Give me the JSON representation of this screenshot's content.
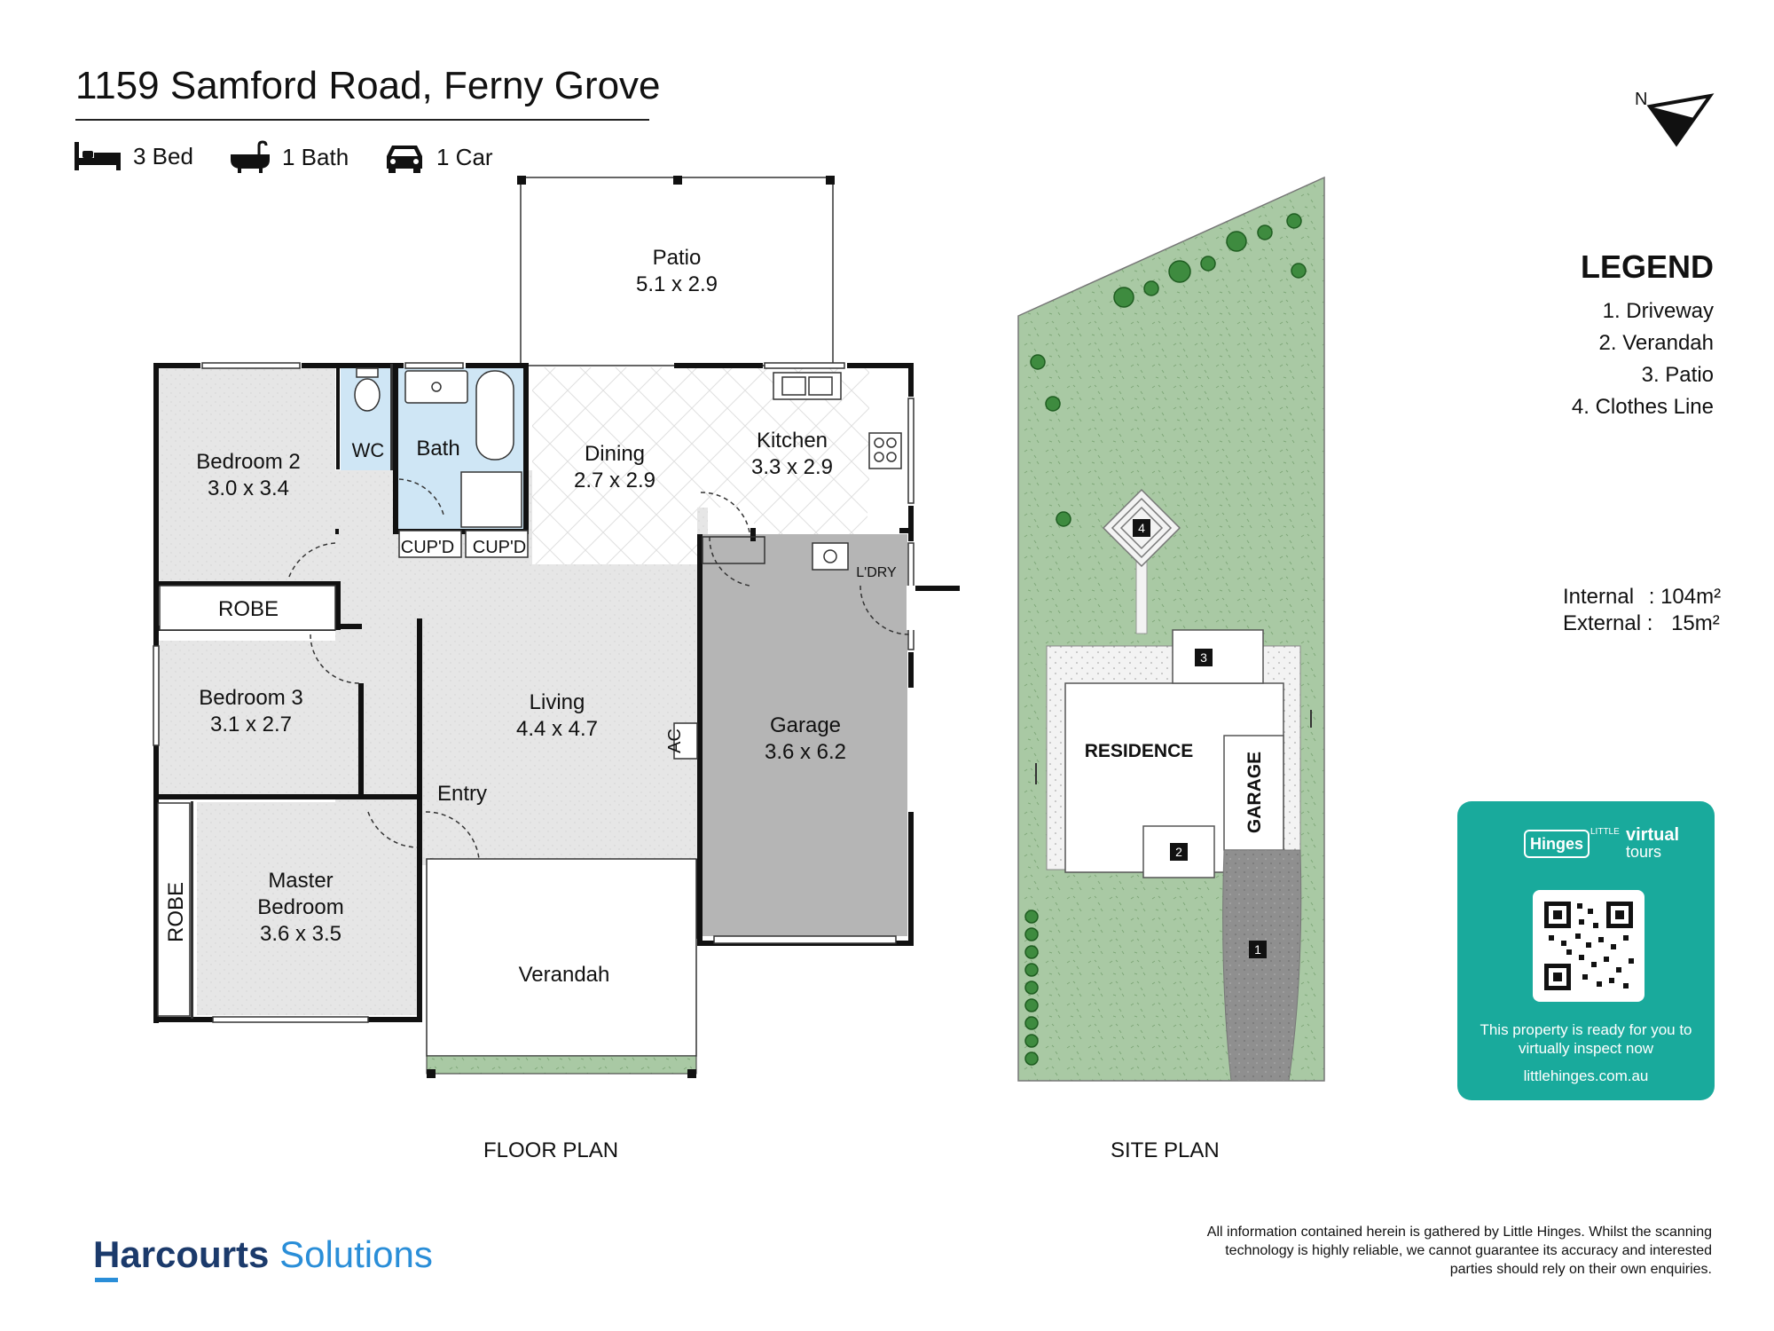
{
  "header": {
    "address": "1159 Samford Road, Ferny Grove",
    "features": [
      {
        "icon": "bed-icon",
        "label": "3 Bed"
      },
      {
        "icon": "bath-icon",
        "label": "1 Bath"
      },
      {
        "icon": "car-icon",
        "label": "1 Car"
      }
    ]
  },
  "compass": {
    "label": "N"
  },
  "floor_plan": {
    "title": "FLOOR PLAN",
    "rooms": [
      {
        "name": "Patio",
        "size": "5.1 x 2.9"
      },
      {
        "name": "Bedroom 2",
        "size": "3.0 x 3.4"
      },
      {
        "name": "WC"
      },
      {
        "name": "Bath"
      },
      {
        "name": "Dining",
        "size": "2.7 x 2.9"
      },
      {
        "name": "Kitchen",
        "size": "3.3 x 2.9"
      },
      {
        "name": "CUP'D"
      },
      {
        "name": "CUP'D"
      },
      {
        "name": "L'DRY"
      },
      {
        "name": "ROBE"
      },
      {
        "name": "Bedroom 3",
        "size": "3.1 x 2.7"
      },
      {
        "name": "Living",
        "size": "4.4 x 4.7"
      },
      {
        "name": "AC"
      },
      {
        "name": "Garage",
        "size": "3.6 x 6.2"
      },
      {
        "name": "Entry"
      },
      {
        "name": "ROBE"
      },
      {
        "name": "Master",
        "size": "Bedroom"
      },
      {
        "name": "3.6 x 3.5"
      },
      {
        "name": "Verandah"
      }
    ]
  },
  "site_plan": {
    "title": "SITE PLAN",
    "labels": {
      "residence": "RESIDENCE",
      "garage": "GARAGE"
    },
    "markers": [
      "1",
      "2",
      "3",
      "4"
    ]
  },
  "legend": {
    "title": "LEGEND",
    "items": [
      "1. Driveway",
      "2. Verandah",
      "3. Patio",
      "4. Clothes Line"
    ]
  },
  "areas": {
    "internal_label": "Internal",
    "internal_value": ": 104m²",
    "external_label": "External :",
    "external_value": "15m²"
  },
  "virtual_tour": {
    "logo_small": "LITTLE",
    "logo_hinges": "Hinges",
    "logo_virtual": "virtual",
    "logo_tours": "tours",
    "description": "This property is ready for you to virtually inspect now",
    "url": "littlehinges.com.au"
  },
  "brand": {
    "main": "Harcourts",
    "sub": "Solutions"
  },
  "disclaimer": "All information contained herein is gathered by Little Hinges. Whilst the scanning technology is highly reliable, we cannot guarantee its accuracy and interested parties should rely on their own enquiries.",
  "colors": {
    "lawn": "#a9c9a4",
    "garage": "#b5b5b5",
    "wet_area": "#cfe6f5",
    "floor": "#e6e6e6",
    "accent": "#19aa9c"
  }
}
